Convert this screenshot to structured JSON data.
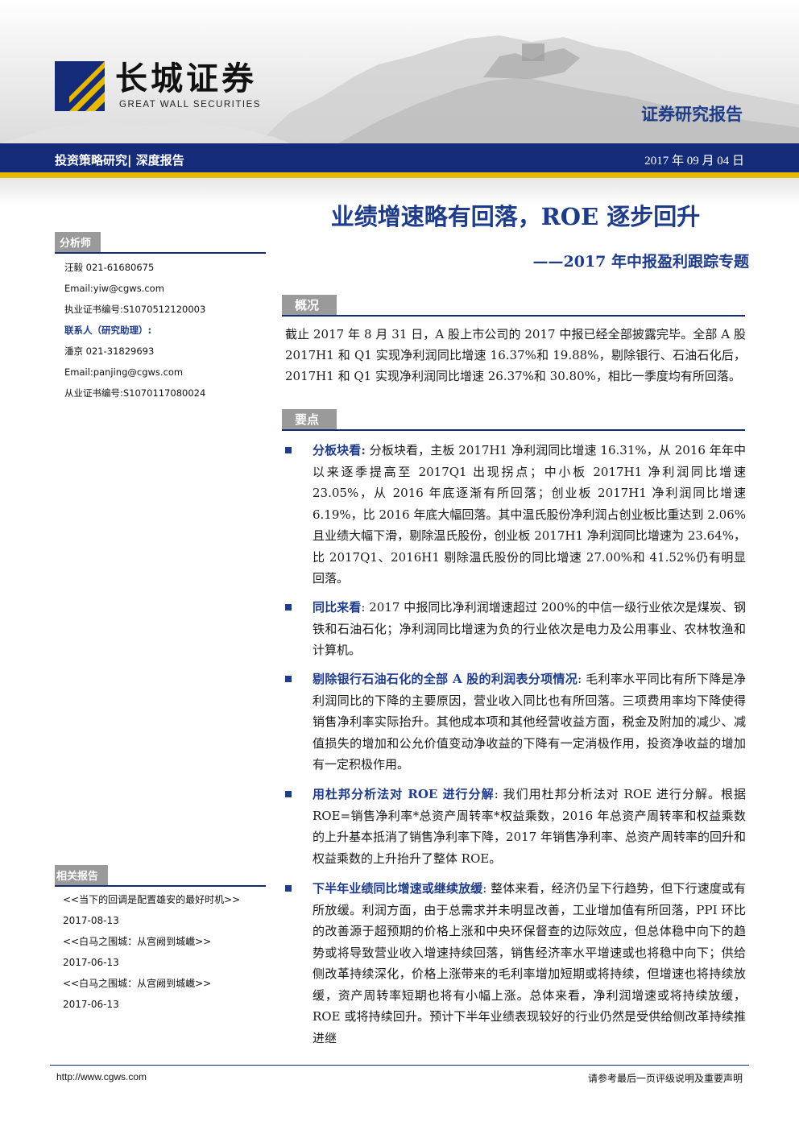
{
  "header": {
    "brand_cn": "长城证券",
    "brand_en": "GREAT WALL SECURITIES",
    "report_type": "证券研究报告",
    "category": "投资策略研究| 深度报告",
    "date": "2017 年 09 月 04 日"
  },
  "sidebar": {
    "analyst_title": "分析师",
    "analyst_lines": [
      "汪毅 021-61680675",
      "Email:yiw@cgws.com",
      "执业证书编号:S1070512120003"
    ],
    "contact_title": "联系人（研究助理）:",
    "contact_lines": [
      "潘京 021-31829693",
      "Email:panjing@cgws.com",
      "从业证书编号:S1070117080024"
    ],
    "related_title": "相关报告",
    "related": [
      "<<当下的回调是配置雄安的最好时机>>",
      "2017-08-13",
      "<<白马之围城：从宫阙到城巇>>",
      "2017-06-13",
      "<<白马之围城：从宫阙到城巇>>",
      "2017-06-13"
    ]
  },
  "main": {
    "title": "业绩增速略有回落，ROE 逐步回升",
    "subtitle": "——2017 年中报盈利跟踪专题",
    "overview_label": "概况",
    "overview_text": "截止 2017 年 8 月 31 日，A 股上市公司的 2017 中报已经全部披露完毕。全部 A 股 2017H1 和 Q1 实现净利润同比增速 16.37%和 19.88%，剔除银行、石油石化后， 2017H1 和 Q1 实现净利润同比增速 26.37%和 30.80%，相比一季度均有所回落。",
    "keypoints_label": "要点",
    "bullets": [
      {
        "lead": "分板块看:",
        "text": " 分板块看，主板 2017H1 净利润同比增速 16.31%，从 2016 年年中以来逐季提高至 2017Q1 出现拐点；中小板 2017H1 净利润同比增速 23.05%，从 2016 年底逐渐有所回落；创业板 2017H1 净利润同比增速 6.19%，比 2016 年底大幅回落。其中温氏股份净利润占创业板比重达到 2.06%且业绩大幅下滑，剔除温氏股份，创业板 2017H1 净利润同比增速为 23.64%，比 2017Q1、2016H1 剔除温氏股份的同比增速 27.00%和 41.52%仍有明显回落。"
      },
      {
        "lead": "同比来看",
        "text": ": 2017 中报同比净利润增速超过 200%的中信一级行业依次是煤炭、钢铁和石油石化；净利润同比增速为负的行业依次是电力及公用事业、农林牧渔和计算机。"
      },
      {
        "lead": "剔除银行石油石化的全部 A 股的利润表分项情况",
        "text": ": 毛利率水平同比有所下降是净利润同比的下降的主要原因，营业收入同比也有所回落。三项费用率均下降使得销售净利率实际抬升。其他成本项和其他经营收益方面，税金及附加的减少、减值损失的增加和公允价值变动净收益的下降有一定消极作用，投资净收益的增加有一定积极作用。"
      },
      {
        "lead": "用杜邦分析法对 ROE 进行分解",
        "text": ": 我们用杜邦分析法对 ROE 进行分解。根据 ROE=销售净利率*总资产周转率*权益乘数，2016 年总资产周转率和权益乘数的上升基本抵消了销售净利率下降，2017 年销售净利率、总资产周转率的回升和权益乘数的上升抬升了整体 ROE。"
      },
      {
        "lead": "下半年业绩同比增速或继续放缓",
        "text": ": 整体来看，经济仍呈下行趋势，但下行速度或有所放缓。利润方面，由于总需求并未明显改善，工业增加值有所回落，PPI 环比的改善源于超预期的价格上涨和中央环保督查的边际效应，但总体稳中向下的趋势或将导致营业收入增速持续回落，销售经济率水平增速或也将稳中向下；供给侧改革持续深化，价格上涨带来的毛利率增加短期或将持续，但增速也将持续放缓，资产周转率短期也将有小幅上涨。总体来看，净利润增速或将持续放缓，ROE 或将持续回升。预计下半年业绩表现较好的行业仍然是受供给侧改革持续推进继"
      }
    ]
  },
  "footer": {
    "url": "http://www.cgws.com",
    "note": "请参考最后一页评级说明及重要声明"
  },
  "colors": {
    "navy": "#142b7a",
    "brand_blue": "#1f3c8a",
    "gold": "#e6b800",
    "tag_gray": "#9a9a9a"
  }
}
